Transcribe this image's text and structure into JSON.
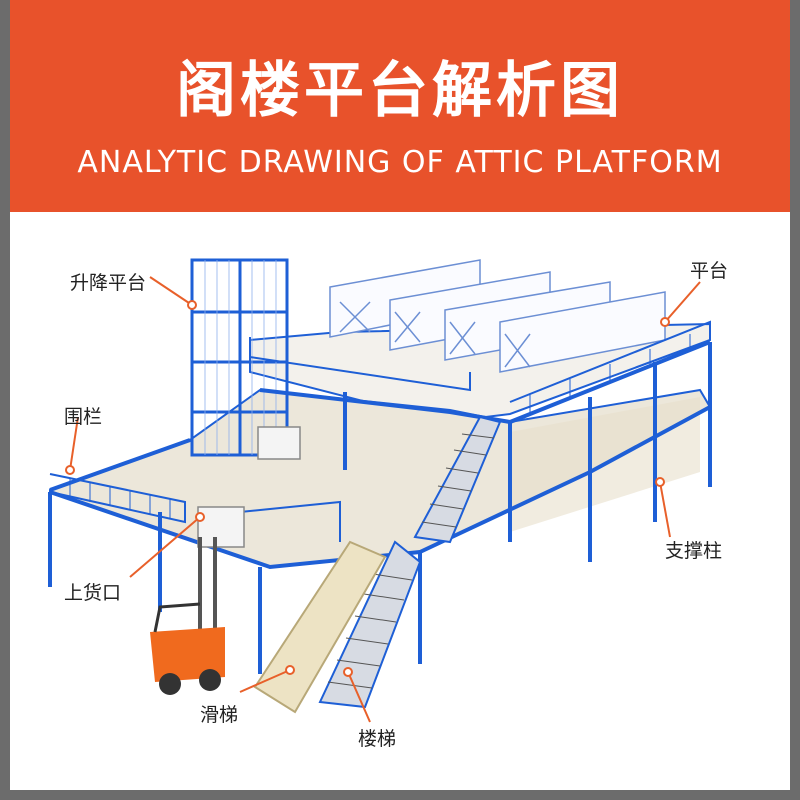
{
  "header": {
    "title": "阁楼平台解析图",
    "subtitle": "ANALYTIC DRAWING OF ATTIC PLATFORM"
  },
  "labels": {
    "lift": "升降平台",
    "platform": "平台",
    "railing": "围栏",
    "column": "支撑柱",
    "loading_port": "上货口",
    "slide": "滑梯",
    "stairs": "楼梯"
  },
  "colors": {
    "banner": "#e8522b",
    "steel": "#1e5fd6",
    "callout": "#e8602a",
    "floor": "#f1ede4"
  }
}
